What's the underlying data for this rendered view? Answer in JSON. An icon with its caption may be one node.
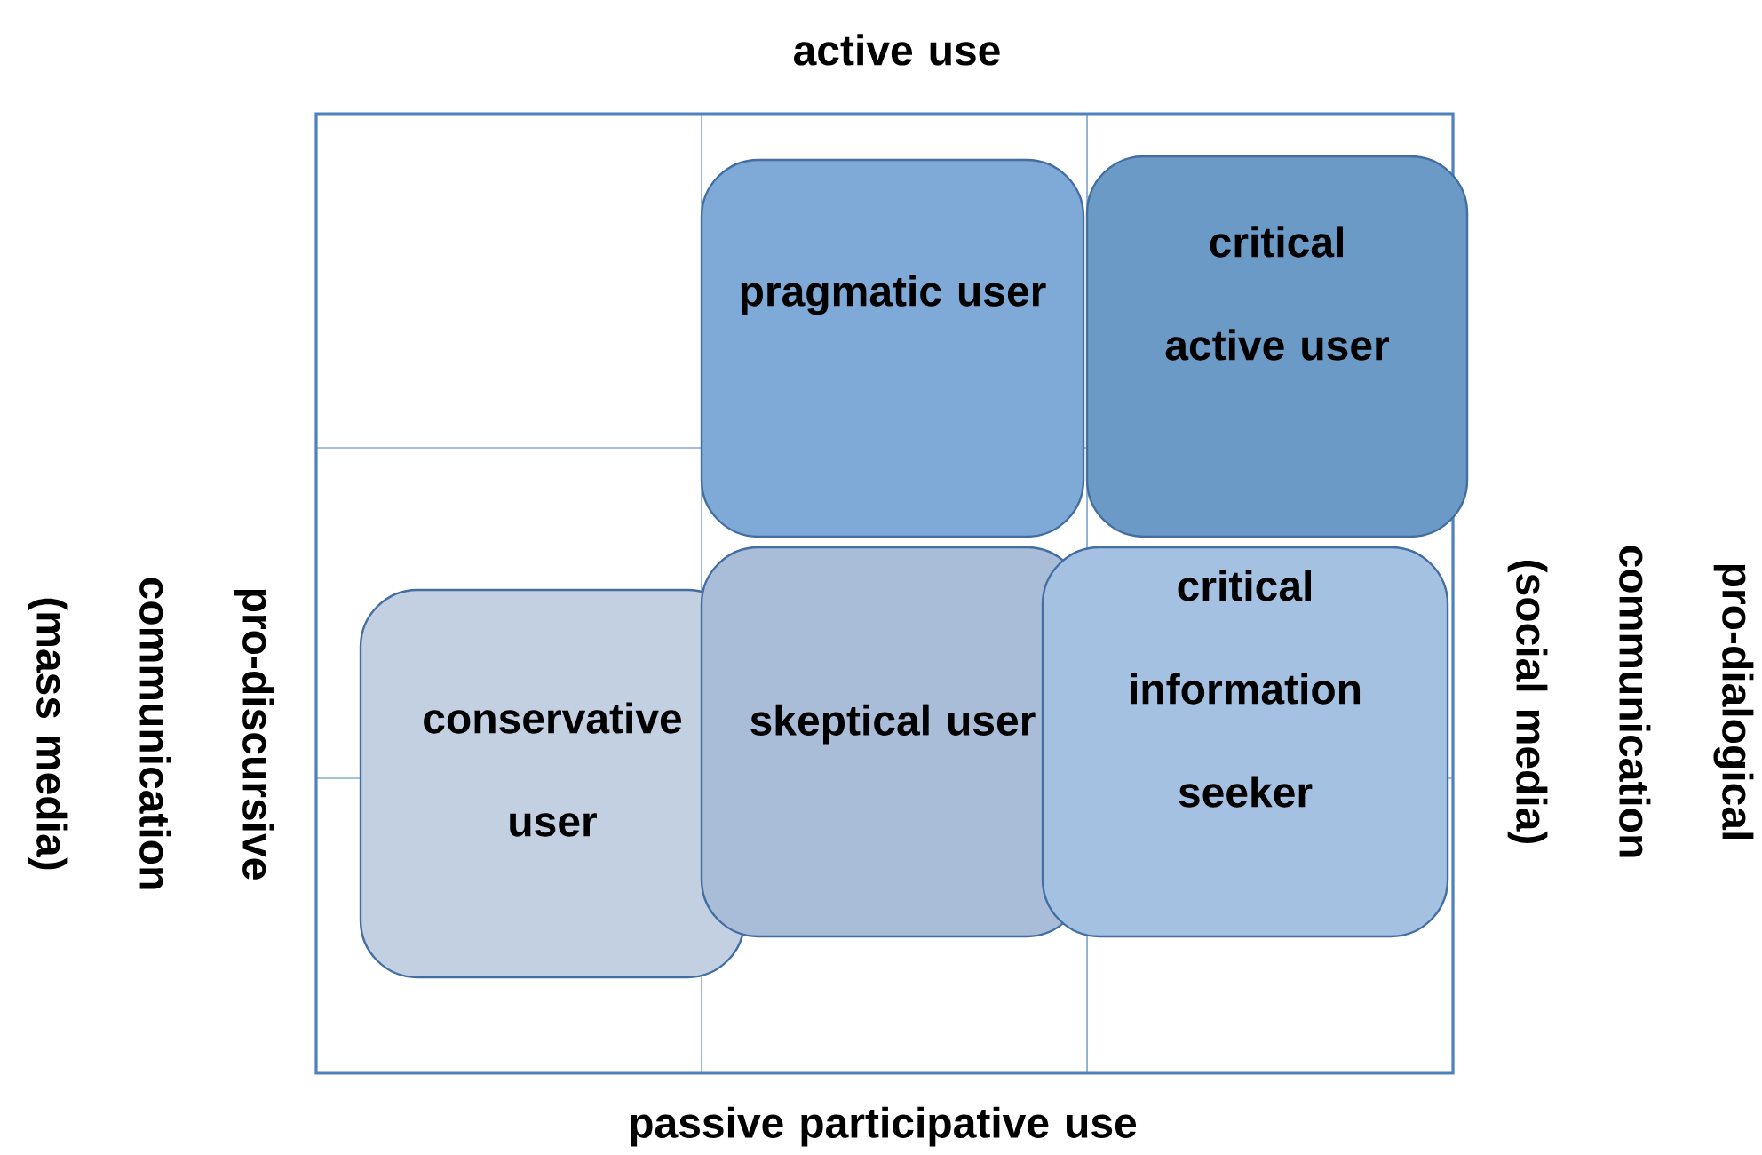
{
  "diagram": {
    "nodes": [
      {
        "text": [
          "pragmatic user"
        ]
      },
      {
        "text": [
          "critical active user"
        ]
      },
      {
        "text": [
          "conservative user"
        ]
      },
      {
        "text": [
          "skeptical user"
        ]
      },
      {
        "text": [
          "critical information seeker"
        ]
      }
    ],
    "labels": [
      "active use",
      "pro-discursive communication (mass media)",
      "pro-dialogical communication (social media)",
      "passive participative use"
    ]
  }
}
